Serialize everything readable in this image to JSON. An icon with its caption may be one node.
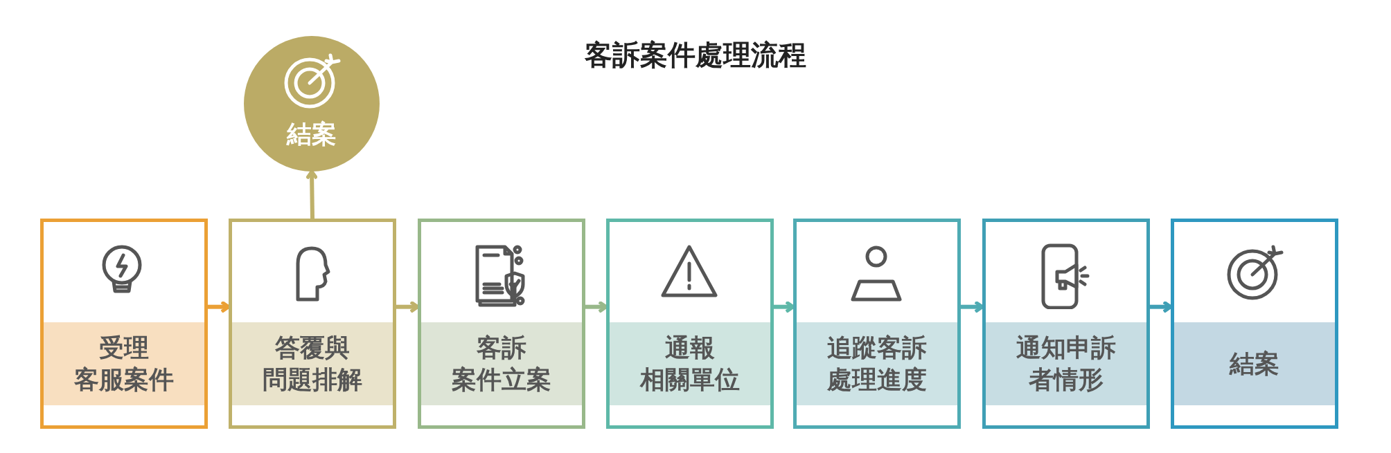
{
  "diagram": {
    "title": "客訴案件處理流程",
    "nodes": [
      {
        "text": [
          "結案"
        ]
      },
      {
        "text": [
          "受理客服案件"
        ]
      },
      {
        "text": [
          "答覆與問題排解"
        ]
      },
      {
        "text": [
          "客訴案件立案"
        ]
      },
      {
        "text": [
          "通報相關單位"
        ]
      },
      {
        "text": [
          "追蹤客訴處理進度"
        ]
      },
      {
        "text": [
          "通知申訴者情形"
        ]
      },
      {
        "text": [
          "結案"
        ]
      }
    ],
    "edges": [
      {
        "from": 2,
        "to": 0,
        "arrow": "to",
        "color": "#bfb16a"
      },
      {
        "from": 1,
        "to": 2,
        "arrow": "to",
        "color": "#eba035"
      },
      {
        "from": 2,
        "to": 3,
        "arrow": "to",
        "color": "#bfb16a"
      },
      {
        "from": 3,
        "to": 4,
        "arrow": "to",
        "color": "#98b88a"
      },
      {
        "from": 4,
        "to": 5,
        "arrow": "to",
        "color": "#5eb8a8"
      },
      {
        "from": 5,
        "to": 6,
        "arrow": "to",
        "color": "#4fabb3"
      },
      {
        "from": 6,
        "to": 7,
        "arrow": "to",
        "color": "#3f9fb5"
      }
    ]
  }
}
